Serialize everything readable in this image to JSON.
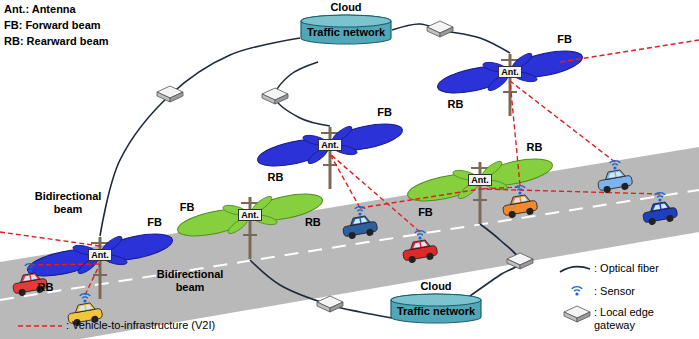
{
  "diagram": {
    "nodes": [
      {
        "text": [
          "Cloud",
          "Traffic network"
        ]
      },
      {
        "text": [
          "Cloud",
          "Traffic network"
        ]
      }
    ],
    "labels": [
      "Ant.: Antenna",
      "FB: Forward beam",
      "RB: Rearward beam",
      "Bidirectional beam",
      "Bidirectional beam",
      "Ant.",
      "Ant.",
      "Ant.",
      "Ant.",
      "Ant.",
      "FB",
      "RB",
      "RB",
      "FB",
      "RB",
      "FB",
      "FB",
      "RB",
      "FB",
      "RB"
    ],
    "legend": [
      {
        "text": ": Optical fiber"
      },
      {
        "text": ": Sensor"
      },
      {
        "text": ": Local edge gateway"
      },
      {
        "text": ": Vehicle-to-infrastructure (V2I)"
      }
    ]
  }
}
